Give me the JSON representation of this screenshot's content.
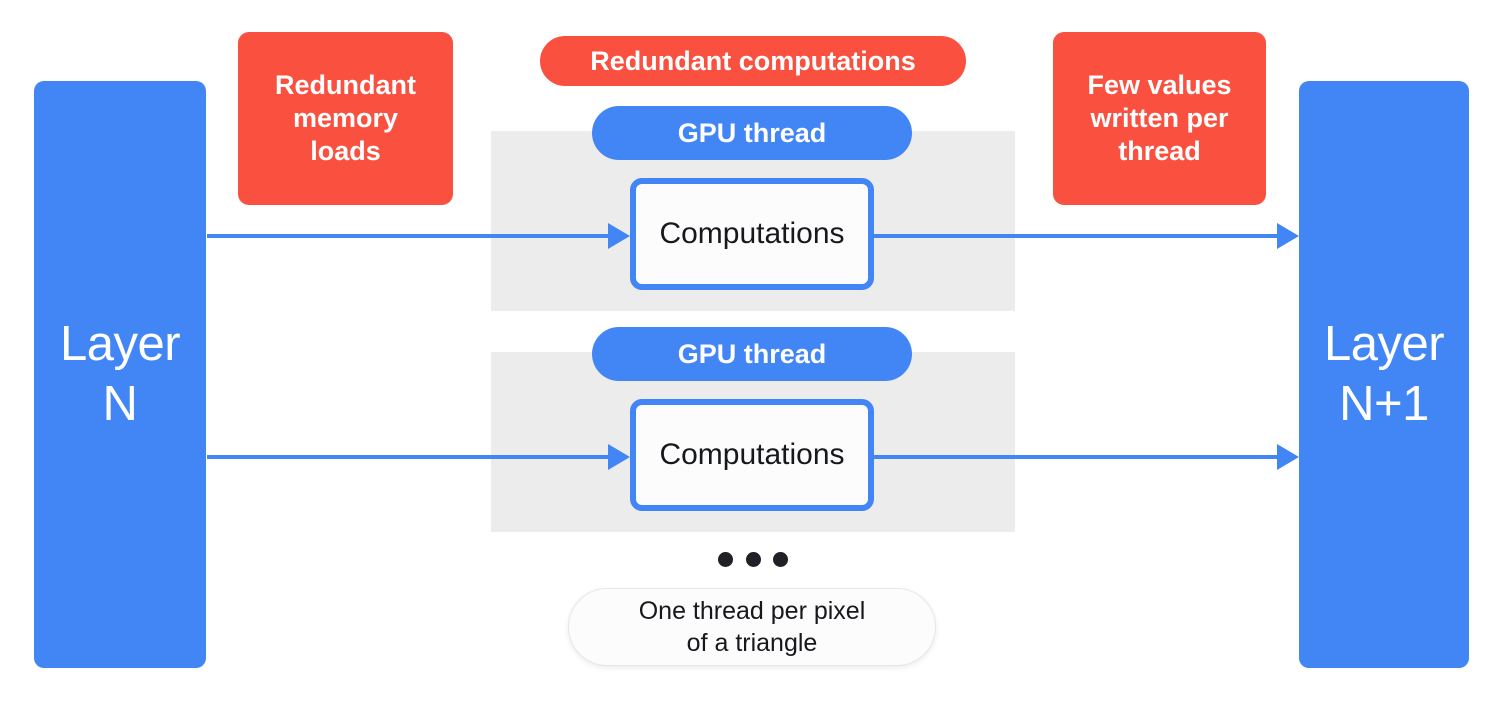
{
  "diagram": {
    "title": "GPU thread redundancy diagram",
    "colors": {
      "blue": "#4285F4",
      "red": "#F9503F",
      "grey_band": "#ECECEC",
      "text_dark": "#16181C",
      "white": "#FFFFFF"
    }
  },
  "layers": {
    "input": {
      "label": "Layer\nN"
    },
    "output": {
      "label": "Layer\nN+1"
    }
  },
  "callouts": {
    "memory_loads": {
      "label": "Redundant\nmemory\nloads"
    },
    "computations": {
      "label": "Redundant computations"
    },
    "values_written": {
      "label": "Few values\nwritten per\nthread"
    },
    "one_thread": {
      "label": "One thread per pixel\nof a triangle"
    }
  },
  "threads": [
    {
      "pill_label": "GPU thread",
      "box_label": "Computations"
    },
    {
      "pill_label": "GPU thread",
      "box_label": "Computations"
    }
  ],
  "ellipsis": {
    "dot_count": 3
  }
}
